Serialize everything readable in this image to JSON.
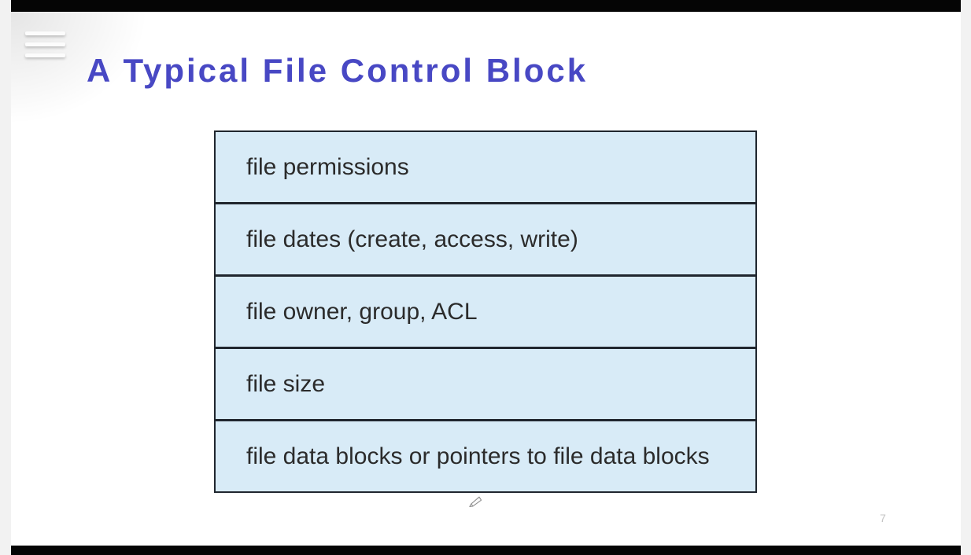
{
  "slide": {
    "title": "A Typical File Control Block",
    "page_number": "7"
  },
  "fcb_table": {
    "rows": [
      "file permissions",
      "file dates (create, access, write)",
      "file owner, group, ACL",
      "file size",
      "file data blocks or pointers to file data blocks"
    ]
  },
  "icons": {
    "menu": "hamburger-menu-icon",
    "pen": "pen-cursor-icon"
  },
  "colors": {
    "title_text": "#4848c4",
    "table_fill": "#d8ebf7",
    "table_border": "#20262e",
    "row_text": "#2b2b2b",
    "page_number_text": "#c4c4c4",
    "letterbox_bar": "#050505",
    "canvas_background": "#f2f2f2",
    "slide_background": "#ffffff"
  }
}
